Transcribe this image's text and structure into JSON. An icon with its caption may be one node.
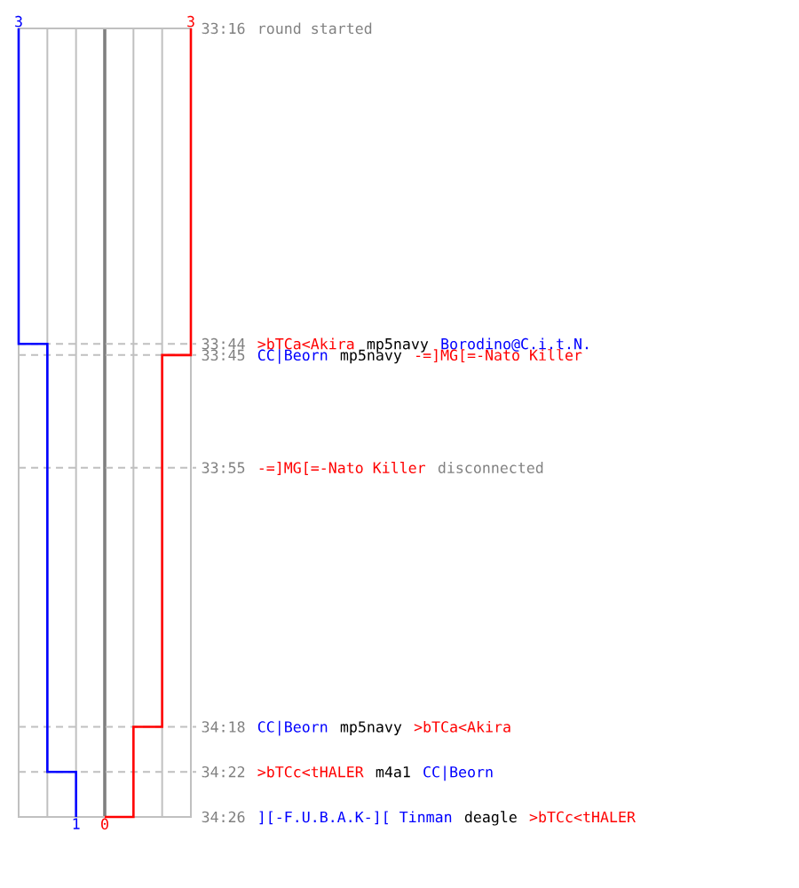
{
  "diagram": {
    "labels": [
      "3",
      "3",
      "33:16",
      "round started",
      "33:44",
      ">bTCa<Akira",
      "mp5navy",
      "Borodino@C.i.t.N.",
      "33:45",
      "CC|Beorn",
      "mp5navy",
      "-=]MG[=-Nato Killer",
      "33:55",
      "-=]MG[=-Nato Killer",
      "disconnected",
      "34:18",
      "CC|Beorn",
      "mp5navy",
      ">bTCa<Akira",
      "34:22",
      ">bTCc<tHALER",
      "m4a1",
      "CC|Beorn",
      "34:26",
      "][-F.U.B.A.K-][ Tinman",
      "deagle",
      ">bTCc<tHALER",
      "1",
      "0"
    ]
  }
}
